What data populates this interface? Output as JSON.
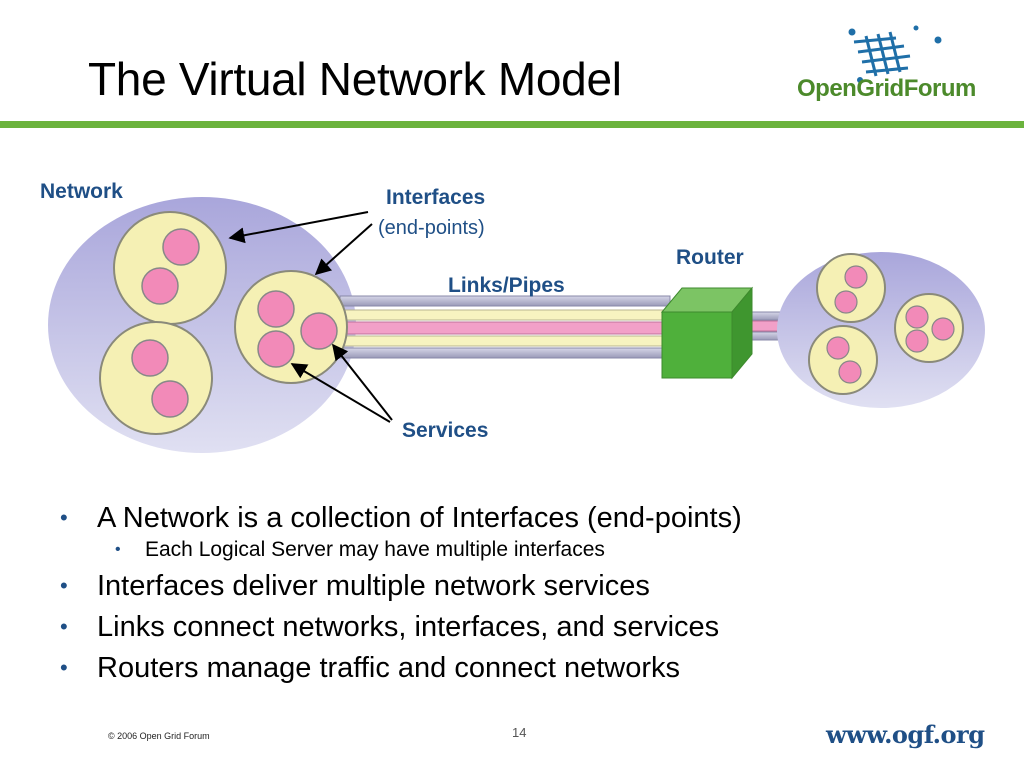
{
  "slide": {
    "title": "The Virtual Network Model",
    "logo": {
      "part1": "Open",
      "part2": "Grid",
      "part3": "Forum"
    },
    "colors": {
      "accent_green": "#6bb33d",
      "label_blue": "#1f4f86",
      "router_green": "#4aa83a",
      "interface_pink": "#f28ab8",
      "server_cream": "#f5f0b4",
      "network_lavender": "#b9b6e0"
    }
  },
  "diagram": {
    "labels": {
      "network": "Network",
      "interfaces": "Interfaces",
      "interfaces_sub": "(end-points)",
      "router": "Router",
      "links": "Links/Pipes",
      "services": "Services"
    }
  },
  "bullets": [
    {
      "text": "A Network is a collection of Interfaces (end-points)",
      "level": 1
    },
    {
      "text": "Each Logical Server may have multiple interfaces",
      "level": 2
    },
    {
      "text": "Interfaces deliver multiple network services",
      "level": 1
    },
    {
      "text": "Links connect networks, interfaces, and services",
      "level": 1
    },
    {
      "text": "Routers manage traffic and connect networks",
      "level": 1
    }
  ],
  "footer": {
    "copyright": "© 2006 Open Grid Forum",
    "page": "14",
    "url": "www.ogf.org"
  }
}
